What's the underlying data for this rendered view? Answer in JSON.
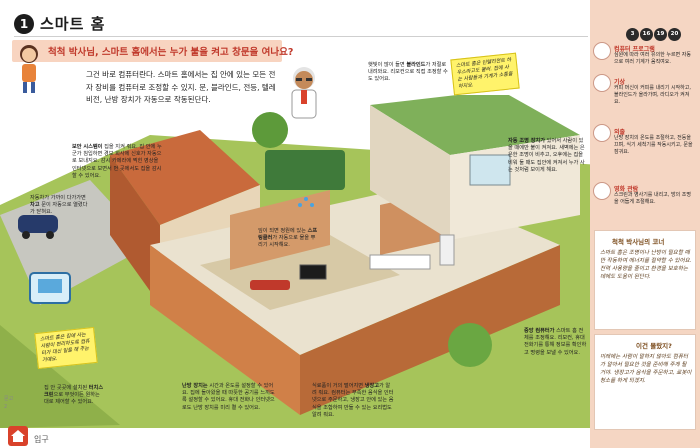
{
  "header": {
    "chapter_number": "1",
    "title": "스마트 홈"
  },
  "question": "척척 박사님, 스마트 홈에서는 누가 불을 켜고 창문을 여나요?",
  "intro": "그건 바로 컴퓨터란다. 스마트 홈에서는 집 안에 있는 모든 전자 장비를 컴퓨터로 조정할 수 있지. 문, 블라인드, 전등, 텔레비전, 난방 장치가 자동으로 작동된단다.",
  "notes": {
    "security": {
      "head": "보안 시스템이",
      "body": " 집을 지켜 줘요. 집 안에 누군가 침입하면 경보 회사에 신호가 자동으로 보내지요. 감시 카메라에 찍힌 영상을 인터넷으로 보면서 먼 곳에서도 집을 감시할 수 있어요."
    },
    "car": {
      "pre": "자동차가 가까이 다가가면 ",
      "head": "차고",
      "post": " 문이 자동으로 열렸다가 닫혀요."
    },
    "roof": {
      "pre": "햇빛이 많이 들면 ",
      "head": "블라인드",
      "post": "가 저절로 내려와요. 리모컨으로 직접 조정할 수도 있어요."
    },
    "light": {
      "pre": "자동 조명 장치가",
      "post": " 있어서 사람이 있을 때에만 불이 켜져요. 새벽에는 은은한 조명이 비추고, 오후에는 집을 비워 둘 때도 집안에 켜져서 누가 사는 것처럼 보이게 해요."
    },
    "garden": {
      "pre": "잎이 되면 정원에 있는 ",
      "head": "스프링클러",
      "post": "가 자동으로 물을 뿌리기 시작해요."
    },
    "center": {
      "pre": "중앙 컴퓨터가",
      "post": " 스마트 홈 전체를 조정해요. 리모컨, 휴대 전화기를 통해 정보를 확인하고 명령을 보낼 수 있어요."
    },
    "heating": {
      "pre": "난방 장치는",
      "post": " 시간과 온도를 설정할 수 있어요. 집에 돌아왔을 때 따뜻한 공기를 느끼도록 설정할 수 있어요. 휴대 전화나 인터넷으로도 난방 장치를 미리 켤 수 있어요."
    },
    "fridge": {
      "pre": "식료품이 거의 떨어지면 ",
      "head": "냉장고",
      "post": "가 알려 줘요. 컴퓨터는 부족한 음식을 인터넷으로 주문하고, 냉장고 안에 있는 음식을 조합하여 만들 수 있는 요리법도 알려 줘요."
    },
    "remote": {
      "pre": "집 안 곳곳에 설치된 ",
      "head": "터치스크린",
      "post": "으로 무엇이든 원하는 대로 제어할 수 있어요."
    }
  },
  "callouts": {
    "top": "스마트 홈은 인텔리전트 하우스라고도 불러. 집에 사는 사람들과 기계가 소통을 하지요.",
    "left": "스마트 홈은 집에 사는 사람이 편리하도록 컴퓨터가 대신 일을 해 주는 거예요."
  },
  "sidebar": {
    "page_refs": [
      "3",
      "16",
      "19",
      "20"
    ],
    "items": [
      {
        "head": "컴퓨터 프로그램",
        "body": "심원에 따라 여러 유의한 누르면 자동으로 여러 기계가 움직여요."
      },
      {
        "head": "기상",
        "body": "커피 머신이 커피를 내리기 시작하고, 블라인드가 올라가며, 라디오가 켜져요."
      },
      {
        "head": "외출",
        "body": "난방 장치의 온도를 조절하고, 전등을 끄며, 식기 세척기를 작동시키고, 문을 잠궈요."
      },
      {
        "head": "영화 관람",
        "body": "스크린과 영사기를 내리고, 방의 조명을 어둡게 조절해요."
      }
    ],
    "hand_notes": [
      {
        "title": "척척 박사님의 코너",
        "body": "스마트 홈은 조명이나 난방이 필요할 때만 작동하여 에너지를 절약할 수 있어요. 전력 사용량을 줄이고 환경을 보호하는 데에도 도움이 된단다."
      },
      {
        "title": "이건 몰랐지?",
        "body": "미래에는 사람이 말하지 않아도 컴퓨터가 알아서 필요한 것을 준비해 주게 될 거야. 냉장고가 음식을 주문하고, 로봇이 청소를 하게 되겠지."
      }
    ]
  },
  "footer": {
    "label": "입구"
  },
  "left_edge": "문고 2"
}
